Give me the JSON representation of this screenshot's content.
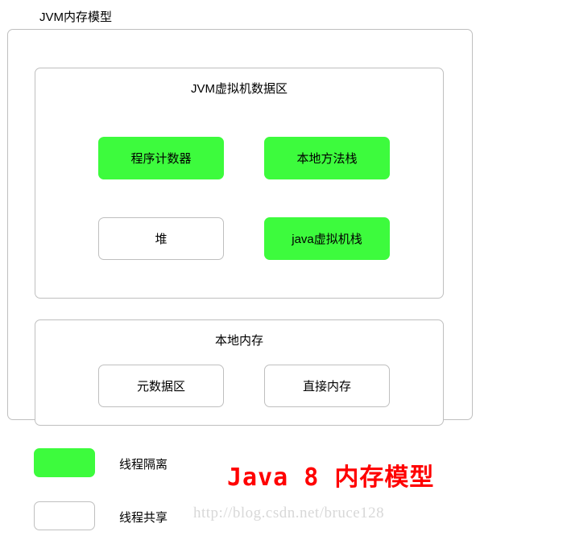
{
  "diagram": {
    "title": "JVM内存模型",
    "sections": [
      {
        "id": "runtime-data-area",
        "title": "JVM虚拟机数据区",
        "nodes": [
          {
            "id": "node-pc",
            "label": "程序计数器",
            "type": "isolated"
          },
          {
            "id": "node-native-stack",
            "label": "本地方法栈",
            "type": "isolated"
          },
          {
            "id": "node-heap",
            "label": "堆",
            "type": "shared"
          },
          {
            "id": "node-jvm-stack",
            "label": "java虚拟机栈",
            "type": "isolated"
          }
        ]
      },
      {
        "id": "native-memory",
        "title": "本地内存",
        "nodes": [
          {
            "id": "node-metaspace",
            "label": "元数据区",
            "type": "shared"
          },
          {
            "id": "node-direct",
            "label": "直接内存",
            "type": "shared"
          }
        ]
      }
    ]
  },
  "legend": {
    "isolated": {
      "label": "线程隔离",
      "color": "#3dfb3d"
    },
    "shared": {
      "label": "线程共享",
      "color": "#ffffff"
    }
  },
  "caption": {
    "text": "Java 8 内存模型",
    "color": "#ff0000"
  },
  "watermark": {
    "text": "http://blog.csdn.net/bruce128"
  }
}
